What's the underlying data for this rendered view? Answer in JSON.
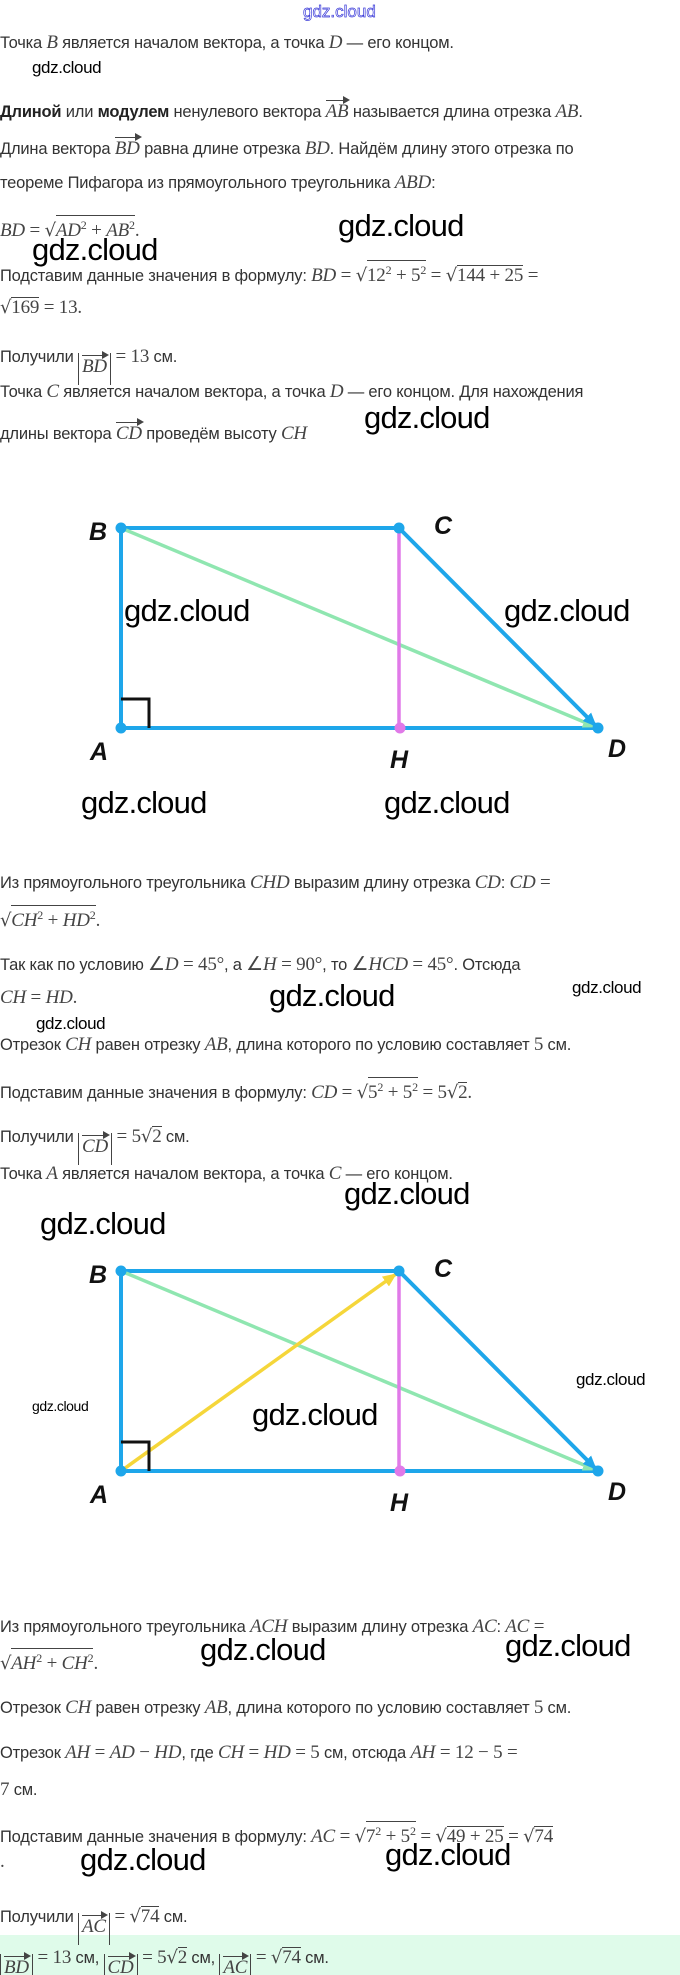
{
  "watermarks": {
    "text": "gdz.cloud"
  },
  "diagram": {
    "labels": {
      "B": "B",
      "C": "C",
      "A": "A",
      "H": "H",
      "D": "D"
    },
    "colors": {
      "sides": "#1ea6ea",
      "bd": "#8fe6b0",
      "ch": "#e07ae8",
      "ac": "#f5d63a",
      "answer_bg": "#dffbea"
    }
  },
  "paragraphs": [
    {
      "segs": [
        {
          "t": "Точка "
        },
        {
          "i": "B"
        },
        {
          "t": " является началом вектора, а точка "
        },
        {
          "i": "D"
        },
        {
          "t": " — его концом."
        }
      ]
    },
    {
      "segs": [
        {
          "b": "Длиной"
        },
        {
          "t": " или "
        },
        {
          "b": "модулем"
        },
        {
          "t": " ненулевого вектора "
        },
        {
          "v": "AB"
        },
        {
          "t": " называется длина отрезка "
        },
        {
          "i": "AB"
        },
        {
          "t": "."
        }
      ]
    },
    {
      "segs": [
        {
          "t": "Длина вектора "
        },
        {
          "v": "BD"
        },
        {
          "t": " равна длине отрезка "
        },
        {
          "i": "BD"
        },
        {
          "t": ". Найдём длину этого отрезка по"
        }
      ]
    },
    {
      "segs": [
        {
          "t": "теореме Пифагора из прямоугольного треугольника "
        },
        {
          "i": "ABD"
        },
        {
          "t": ":"
        }
      ]
    },
    {
      "segs": [
        {
          "i": "BD"
        },
        {
          "n": " = "
        },
        {
          "sqrt": [
            {
              "i": "AD"
            },
            {
              "sup": "2"
            },
            {
              "n": " + "
            },
            {
              "i": "AB"
            },
            {
              "sup": "2"
            }
          ]
        },
        {
          "n": "."
        }
      ]
    },
    {
      "segs": [
        {
          "t": "Подставим данные значения в формулу: "
        },
        {
          "i": "BD"
        },
        {
          "n": " = "
        },
        {
          "sqrt": [
            {
              "n": "12"
            },
            {
              "sup": "2"
            },
            {
              "n": " + 5"
            },
            {
              "sup": "2"
            }
          ]
        },
        {
          "n": " = "
        },
        {
          "sqrt": [
            {
              "n": "144 + 25"
            }
          ]
        },
        {
          "n": " ="
        }
      ]
    },
    {
      "segs": [
        {
          "sqrt": [
            {
              "n": "169"
            }
          ]
        },
        {
          "n": " = 13."
        }
      ]
    },
    {
      "segs": [
        {
          "t": "Получили "
        },
        {
          "abs": [
            {
              "v": "BD"
            }
          ]
        },
        {
          "n": " = 13"
        },
        {
          "t": " см."
        }
      ]
    },
    {
      "segs": [
        {
          "t": "Точка "
        },
        {
          "i": "C"
        },
        {
          "t": " является началом вектора, а точка "
        },
        {
          "i": "D"
        },
        {
          "t": " — его концом. Для нахождения"
        }
      ]
    },
    {
      "segs": [
        {
          "t": "длины вектора "
        },
        {
          "v": "CD"
        },
        {
          "t": " проведём высоту "
        },
        {
          "i": "CH"
        }
      ]
    },
    {
      "segs": [
        {
          "t": "Из прямоугольного треугольника "
        },
        {
          "i": "CHD"
        },
        {
          "t": " выразим длину отрезка "
        },
        {
          "i": "CD"
        },
        {
          "t": ": "
        },
        {
          "i": "CD"
        },
        {
          "n": " ="
        }
      ]
    },
    {
      "segs": [
        {
          "sqrt": [
            {
              "i": "CH"
            },
            {
              "sup": "2"
            },
            {
              "n": " + "
            },
            {
              "i": "HD"
            },
            {
              "sup": "2"
            }
          ]
        },
        {
          "n": "."
        }
      ]
    },
    {
      "segs": [
        {
          "t": "Так как по условию "
        },
        {
          "n": "∠"
        },
        {
          "i": "D"
        },
        {
          "n": " = 45°"
        },
        {
          "t": ", а "
        },
        {
          "n": "∠"
        },
        {
          "i": "H"
        },
        {
          "n": " = 90°"
        },
        {
          "t": ", то "
        },
        {
          "n": "∠"
        },
        {
          "i": "HCD"
        },
        {
          "n": " = 45°"
        },
        {
          "t": ". Отсюда"
        }
      ]
    },
    {
      "segs": [
        {
          "i": "CH"
        },
        {
          "n": " = "
        },
        {
          "i": "HD"
        },
        {
          "n": "."
        }
      ]
    },
    {
      "segs": [
        {
          "t": "Отрезок "
        },
        {
          "i": "CH"
        },
        {
          "t": " равен отрезку "
        },
        {
          "i": "AB"
        },
        {
          "t": ", длина которого по условию составляет "
        },
        {
          "n": "5"
        },
        {
          "t": " см."
        }
      ]
    },
    {
      "segs": [
        {
          "t": "Подставим данные значения в формулу: "
        },
        {
          "i": "CD"
        },
        {
          "n": " = "
        },
        {
          "sqrt": [
            {
              "n": "5"
            },
            {
              "sup": "2"
            },
            {
              "n": " + 5"
            },
            {
              "sup": "2"
            }
          ]
        },
        {
          "n": " = 5"
        },
        {
          "sqrt": [
            {
              "n": "2"
            }
          ]
        },
        {
          "n": "."
        }
      ]
    },
    {
      "segs": [
        {
          "t": "Получили "
        },
        {
          "abs": [
            {
              "v": "CD"
            }
          ]
        },
        {
          "n": " = 5"
        },
        {
          "sqrt": [
            {
              "n": "2"
            }
          ]
        },
        {
          "t": " см."
        }
      ]
    },
    {
      "segs": [
        {
          "t": "Точка "
        },
        {
          "i": "A"
        },
        {
          "t": " является началом вектора, а точка "
        },
        {
          "i": "C"
        },
        {
          "t": " — его концом."
        }
      ]
    },
    {
      "segs": [
        {
          "t": "Из прямоугольного треугольника "
        },
        {
          "i": "ACH"
        },
        {
          "t": " выразим длину отрезка "
        },
        {
          "i": "AC"
        },
        {
          "t": ": "
        },
        {
          "i": "AC"
        },
        {
          "n": " ="
        }
      ]
    },
    {
      "segs": [
        {
          "sqrt": [
            {
              "i": "AH"
            },
            {
              "sup": "2"
            },
            {
              "n": " + "
            },
            {
              "i": "CH"
            },
            {
              "sup": "2"
            }
          ]
        },
        {
          "n": "."
        }
      ]
    },
    {
      "segs": [
        {
          "t": "Отрезок "
        },
        {
          "i": "CH"
        },
        {
          "t": " равен отрезку "
        },
        {
          "i": "AB"
        },
        {
          "t": ", длина которого по условию составляет "
        },
        {
          "n": "5"
        },
        {
          "t": " см."
        }
      ]
    },
    {
      "segs": [
        {
          "t": "Отрезок "
        },
        {
          "i": "AH"
        },
        {
          "n": " = "
        },
        {
          "i": "AD"
        },
        {
          "n": " − "
        },
        {
          "i": "HD"
        },
        {
          "t": ", где "
        },
        {
          "i": "CH"
        },
        {
          "n": " = "
        },
        {
          "i": "HD"
        },
        {
          "n": " = 5"
        },
        {
          "t": " см, отсюда "
        },
        {
          "i": "AH"
        },
        {
          "n": " = 12 − 5 ="
        }
      ]
    },
    {
      "segs": [
        {
          "n": "7"
        },
        {
          "t": " см."
        }
      ]
    },
    {
      "segs": [
        {
          "t": "Подставим данные значения в формулу: "
        },
        {
          "i": "AC"
        },
        {
          "n": " = "
        },
        {
          "sqrt": [
            {
              "n": "7"
            },
            {
              "sup": "2"
            },
            {
              "n": " + 5"
            },
            {
              "sup": "2"
            }
          ]
        },
        {
          "n": " = "
        },
        {
          "sqrt": [
            {
              "n": "49 + 25"
            }
          ]
        },
        {
          "n": " = "
        },
        {
          "sqrt": [
            {
              "n": "74"
            }
          ]
        }
      ]
    },
    {
      "segs": [
        {
          "n": "."
        }
      ]
    },
    {
      "segs": [
        {
          "t": "Получили "
        },
        {
          "abs": [
            {
              "v": "AC"
            }
          ]
        },
        {
          "n": " = "
        },
        {
          "sqrt": [
            {
              "n": "74"
            }
          ]
        },
        {
          "t": " см."
        }
      ]
    },
    {
      "segs": [
        {
          "abs": [
            {
              "v": "BD"
            }
          ]
        },
        {
          "n": " = 13"
        },
        {
          "t": " см, "
        },
        {
          "abs": [
            {
              "v": "CD"
            }
          ]
        },
        {
          "n": " = 5"
        },
        {
          "sqrt": [
            {
              "n": "2"
            }
          ]
        },
        {
          "t": " см, "
        },
        {
          "abs": [
            {
              "v": "AC"
            }
          ]
        },
        {
          "n": " = "
        },
        {
          "sqrt": [
            {
              "n": "74"
            }
          ]
        },
        {
          "t": " см."
        }
      ]
    }
  ]
}
